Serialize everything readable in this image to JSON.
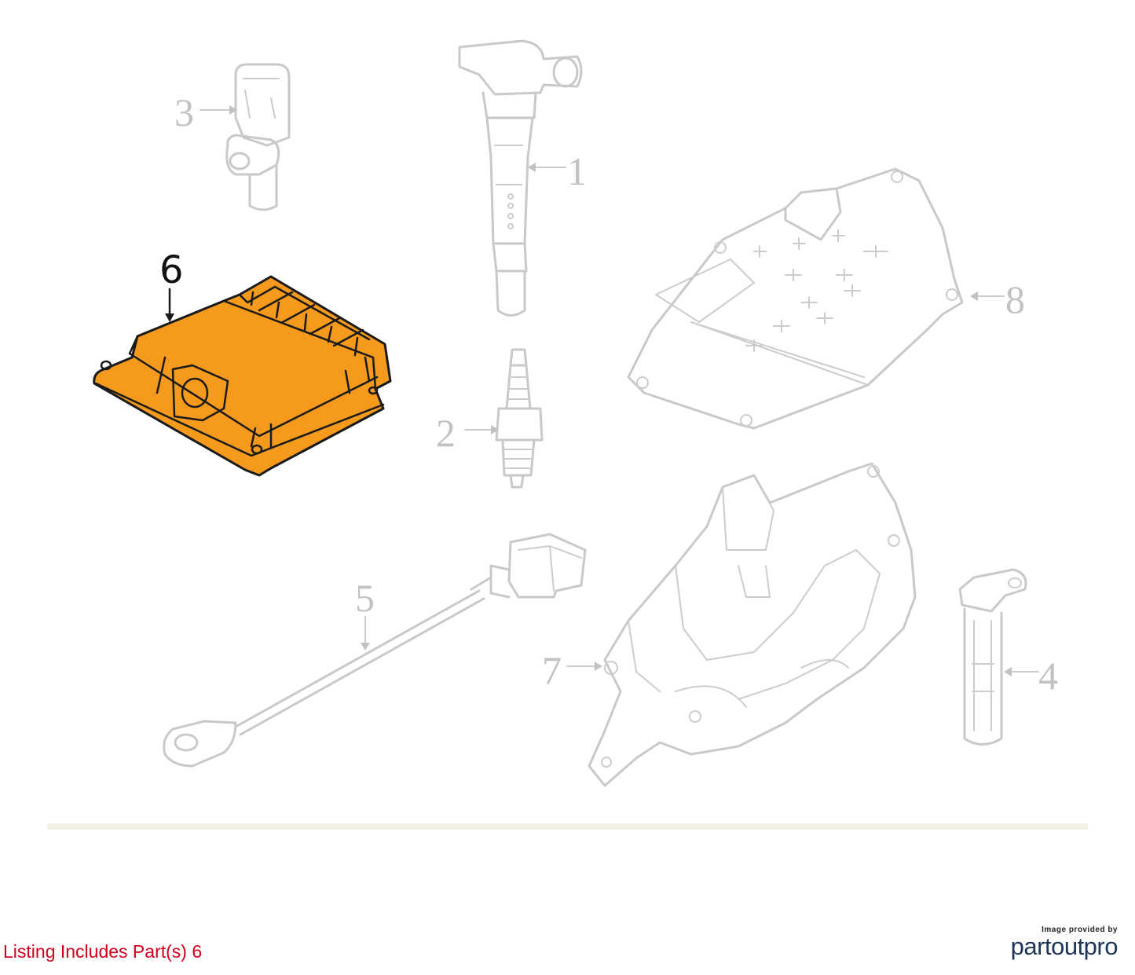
{
  "callouts": {
    "c1": "1",
    "c2": "2",
    "c3": "3",
    "c4": "4",
    "c5": "5",
    "c6": "6",
    "c7": "7",
    "c8": "8"
  },
  "highlight_color": "#f59a1c",
  "listing_text": "Listing Includes Part(s) 6",
  "listing_color": "#d0021b",
  "brand": {
    "caption": "Image provided by",
    "name": "partoutpro"
  }
}
